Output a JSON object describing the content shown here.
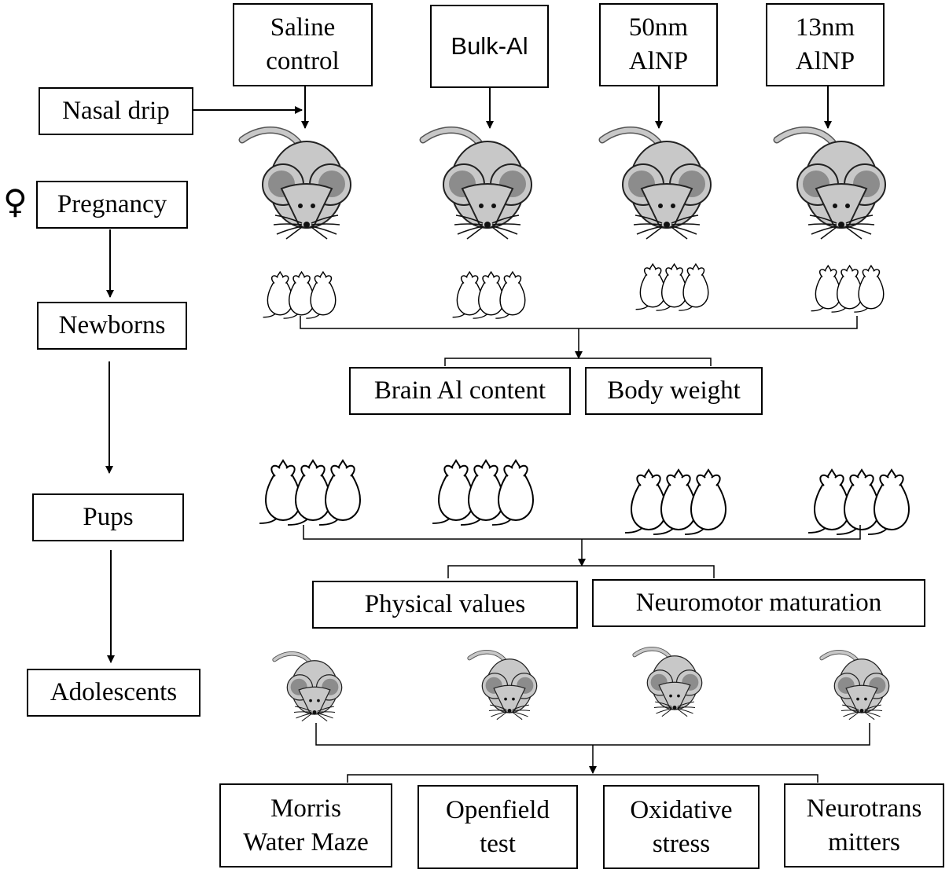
{
  "groups": {
    "saline": "Saline\ncontrol",
    "bulk": "Bulk-Al",
    "np50": "50nm\nAlNP",
    "np13": "13nm\nAlNP"
  },
  "stages": {
    "nasal_drip": "Nasal drip",
    "pregnancy": "Pregnancy",
    "pregnancy_symbol": "♀",
    "newborns": "Newborns",
    "pups": "Pups",
    "adolescents": "Adolescents"
  },
  "newborn_measures": {
    "brain_al": "Brain Al content",
    "body_weight": "Body weight"
  },
  "pup_measures": {
    "physical": "Physical values",
    "neuromotor": "Neuromotor maturation"
  },
  "adolescent_tests": {
    "morris": "Morris\nWater Maze",
    "openfield": "Openfield\ntest",
    "oxidative": "Oxidative\nstress",
    "neuro": "Neurotrans\nmitters"
  },
  "colors": {
    "line": "#000000",
    "mouse_body": "#c8c8c8",
    "mouse_ear_inner": "#8c8c8c",
    "pup_fill": "#ffffff"
  }
}
